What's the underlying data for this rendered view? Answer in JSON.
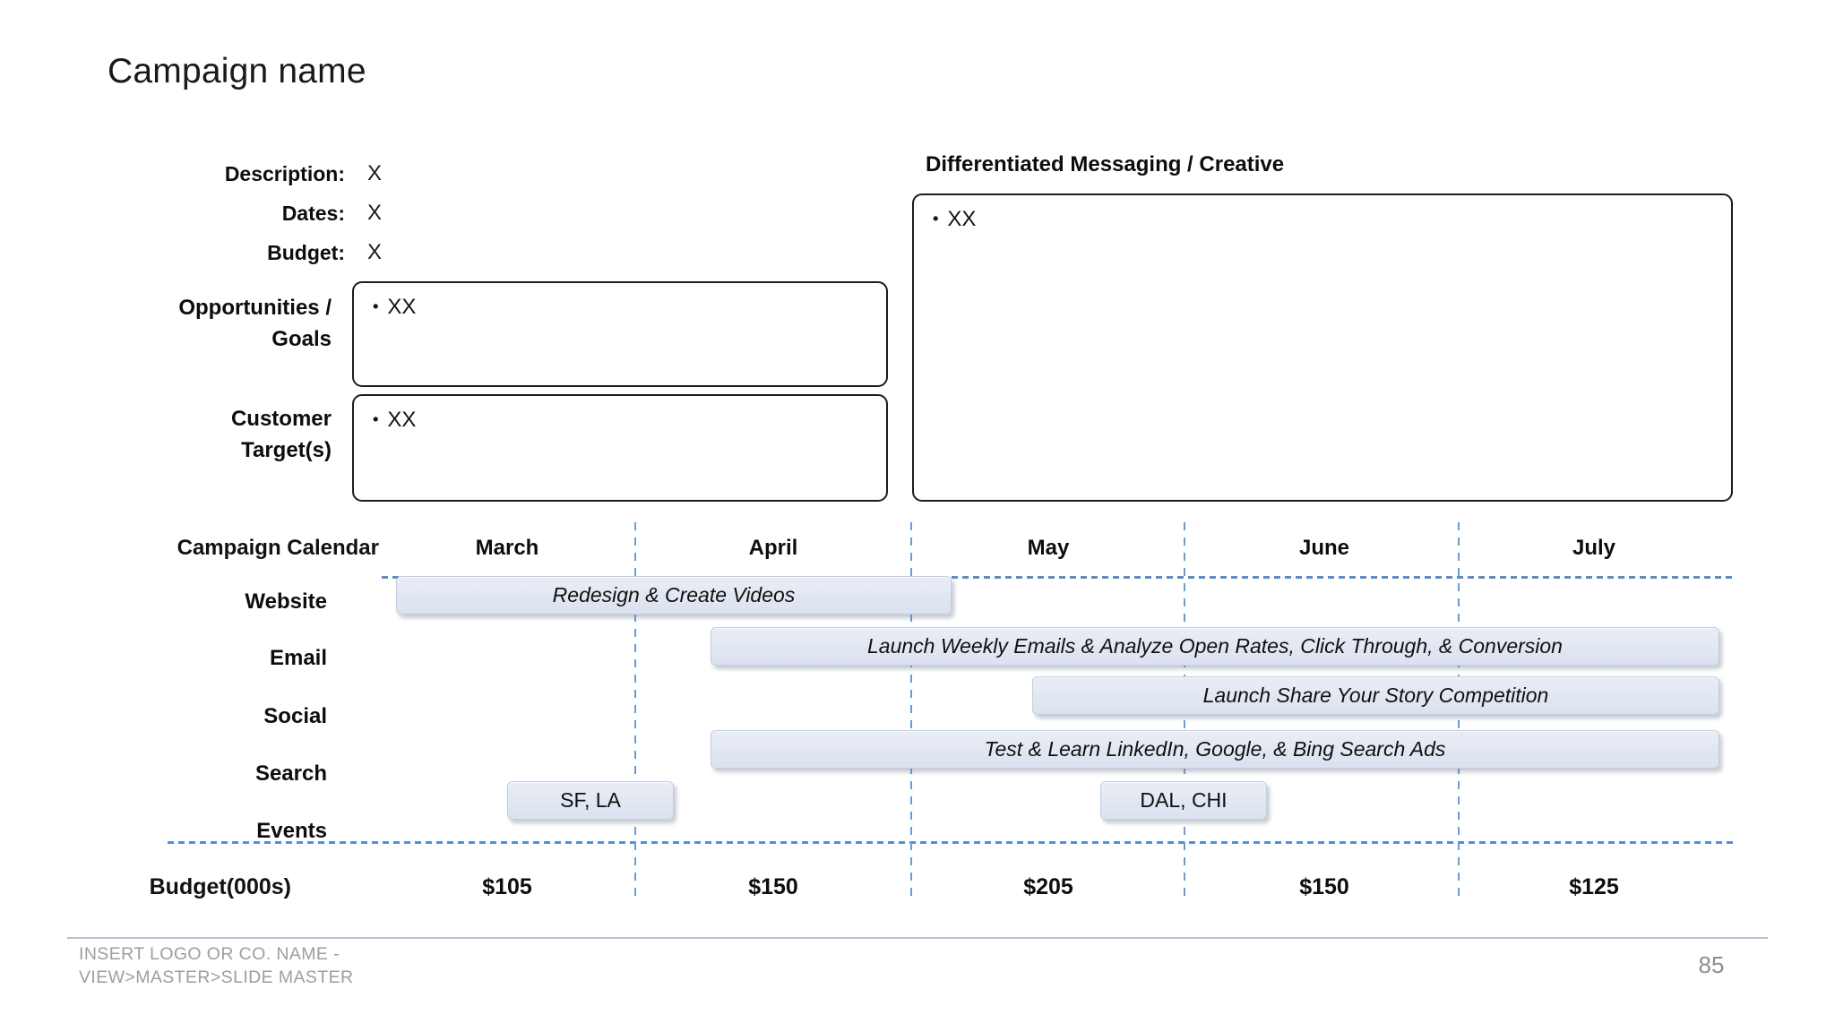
{
  "slide": {
    "title": "Campaign name",
    "page_number": "85",
    "footer_line1": "INSERT LOGO OR CO. NAME -",
    "footer_line2": "VIEW>MASTER>SLIDE MASTER",
    "bullet_char": "•"
  },
  "info": {
    "fields": [
      {
        "label": "Description:",
        "value": "X"
      },
      {
        "label": "Dates:",
        "value": "X"
      },
      {
        "label": "Budget:",
        "value": "X"
      }
    ],
    "opportunities": {
      "label_line1": "Opportunities /",
      "label_line2": "Goals",
      "bullet_text": "XX"
    },
    "customer": {
      "label_line1": "Customer",
      "label_line2": "Target(s)",
      "bullet_text": "XX"
    },
    "messaging": {
      "title": "Differentiated Messaging / Creative",
      "bullet_text": "XX"
    }
  },
  "calendar": {
    "title": "Campaign Calendar",
    "months": [
      "March",
      "April",
      "May",
      "June",
      "July"
    ],
    "rows": [
      {
        "label": "Website",
        "bars": [
          {
            "text": "Redesign & Create Videos",
            "start": "mid March",
            "end": "early May"
          }
        ]
      },
      {
        "label": "Email",
        "bars": [
          {
            "text": "Launch Weekly Emails & Analyze Open Rates, Click Through, & Conversion",
            "start": "late April",
            "end": "July"
          }
        ]
      },
      {
        "label": "Social",
        "bars": [
          {
            "text": "Launch Share Your Story Competition",
            "start": "mid May",
            "end": "July"
          }
        ]
      },
      {
        "label": "Search",
        "bars": [
          {
            "text": "Test & Learn LinkedIn, Google, & Bing Search Ads",
            "start": "late April",
            "end": "July"
          }
        ]
      },
      {
        "label": "Events",
        "bars": [
          {
            "text": "SF, LA",
            "start": "late March",
            "end": "late March"
          },
          {
            "text": "DAL, CHI",
            "start": "late May",
            "end": "early June"
          }
        ]
      }
    ],
    "budget_label": "Budget(000s)",
    "budget_values": [
      "$105",
      "$150",
      "$205",
      "$150",
      "$125"
    ]
  },
  "chart_data": {
    "type": "table",
    "title": "Campaign Calendar",
    "categories": [
      "March",
      "April",
      "May",
      "June",
      "July"
    ],
    "rows": [
      {
        "channel": "Website",
        "activity": "Redesign & Create Videos",
        "span_months": [
          "March",
          "April"
        ]
      },
      {
        "channel": "Email",
        "activity": "Launch Weekly Emails & Analyze Open Rates, Click Through, & Conversion",
        "span_months": [
          "April",
          "May",
          "June",
          "July"
        ]
      },
      {
        "channel": "Social",
        "activity": "Launch Share Your Story Competition",
        "span_months": [
          "May",
          "June",
          "July"
        ]
      },
      {
        "channel": "Search",
        "activity": "Test & Learn LinkedIn, Google, & Bing Search Ads",
        "span_months": [
          "April",
          "May",
          "June",
          "July"
        ]
      },
      {
        "channel": "Events",
        "activity": "SF, LA (March); DAL, CHI (May/June)",
        "span_months": [
          "March",
          "May"
        ]
      }
    ],
    "budget_000s": [
      105,
      150,
      205,
      150,
      125
    ],
    "grid": "dashed blue month separators",
    "accent_color": "#5b8dc9",
    "bar_fill_color": "#dde4f0"
  }
}
